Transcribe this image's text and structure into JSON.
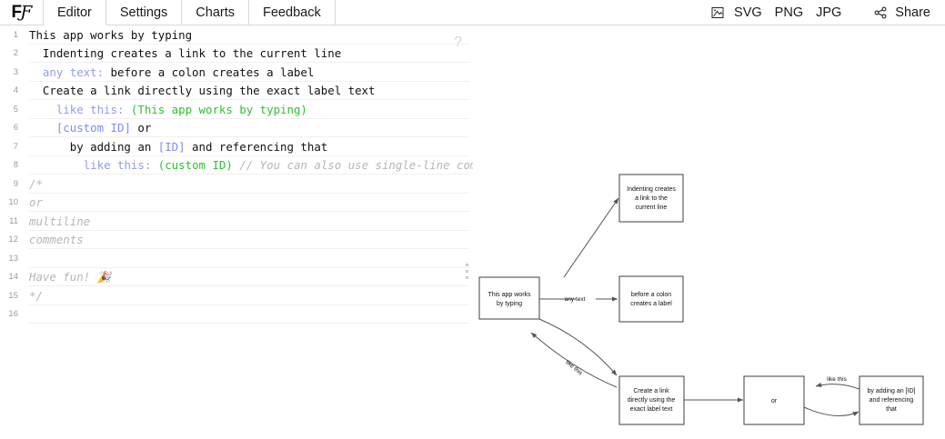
{
  "header": {
    "logo": {
      "bold_letter": "F",
      "script_letter": "Ƒ"
    },
    "tabs": [
      {
        "label": "Editor",
        "active": true
      },
      {
        "label": "Settings",
        "active": false
      },
      {
        "label": "Charts",
        "active": false
      },
      {
        "label": "Feedback",
        "active": false
      }
    ],
    "export": {
      "icon": "image-export-icon",
      "formats": [
        "SVG",
        "PNG",
        "JPG"
      ]
    },
    "share": {
      "icon": "share-icon",
      "label": "Share"
    }
  },
  "editor": {
    "help_glyph": "?",
    "splitter": "drag-handle",
    "lines": [
      {
        "n": "1",
        "tokens": [
          {
            "t": "plain",
            "s": "This app works by typing"
          }
        ]
      },
      {
        "n": "2",
        "tokens": [
          {
            "t": "plain",
            "s": "  Indenting creates a link to the current line"
          }
        ]
      },
      {
        "n": "3",
        "tokens": [
          {
            "t": "plain",
            "s": "  "
          },
          {
            "t": "label",
            "s": "any text:"
          },
          {
            "t": "plain",
            "s": " before a colon creates a label"
          }
        ]
      },
      {
        "n": "4",
        "tokens": [
          {
            "t": "plain",
            "s": "  Create a link directly using the exact label text"
          }
        ]
      },
      {
        "n": "5",
        "tokens": [
          {
            "t": "plain",
            "s": "    "
          },
          {
            "t": "label",
            "s": "like this:"
          },
          {
            "t": "plain",
            "s": " "
          },
          {
            "t": "ref",
            "s": "(This app works by typing)"
          }
        ]
      },
      {
        "n": "6",
        "tokens": [
          {
            "t": "plain",
            "s": "    "
          },
          {
            "t": "id",
            "s": "[custom ID]"
          },
          {
            "t": "plain",
            "s": " or"
          }
        ]
      },
      {
        "n": "7",
        "tokens": [
          {
            "t": "plain",
            "s": "      by adding an "
          },
          {
            "t": "id",
            "s": "[ID]"
          },
          {
            "t": "plain",
            "s": " and referencing that"
          }
        ]
      },
      {
        "n": "8",
        "tokens": [
          {
            "t": "plain",
            "s": "        "
          },
          {
            "t": "label",
            "s": "like this:"
          },
          {
            "t": "plain",
            "s": " "
          },
          {
            "t": "ref",
            "s": "(custom ID)"
          },
          {
            "t": "plain",
            "s": " "
          },
          {
            "t": "com",
            "s": "// You can also use single-line comments"
          }
        ]
      },
      {
        "n": "9",
        "tokens": [
          {
            "t": "com",
            "s": "/*"
          }
        ]
      },
      {
        "n": "10",
        "tokens": [
          {
            "t": "com",
            "s": "or"
          }
        ]
      },
      {
        "n": "11",
        "tokens": [
          {
            "t": "com",
            "s": "multiline"
          }
        ]
      },
      {
        "n": "12",
        "tokens": [
          {
            "t": "com",
            "s": "comments"
          }
        ]
      },
      {
        "n": "13",
        "tokens": [
          {
            "t": "plain",
            "s": ""
          }
        ]
      },
      {
        "n": "14",
        "tokens": [
          {
            "t": "com",
            "s": "Have fun! 🎉"
          }
        ]
      },
      {
        "n": "15",
        "tokens": [
          {
            "t": "com",
            "s": "*/"
          }
        ]
      },
      {
        "n": "16",
        "tokens": [
          {
            "t": "plain",
            "s": ""
          }
        ]
      }
    ]
  },
  "diagram": {
    "nodes": [
      {
        "id": "root",
        "label": "This app works by typing",
        "lines": [
          "This app works",
          "by typing"
        ]
      },
      {
        "id": "indent",
        "label": "Indenting creates a link to the current line",
        "lines": [
          "Indenting creates",
          "a link to the",
          "current line"
        ]
      },
      {
        "id": "colon",
        "label": "before a colon creates a label",
        "lines": [
          "before a colon",
          "creates a label"
        ]
      },
      {
        "id": "create",
        "label": "Create a link directly using the exact label text",
        "lines": [
          "Create a link",
          "directly using the",
          "exact label text"
        ]
      },
      {
        "id": "or",
        "label": "or",
        "lines": [
          "or"
        ]
      },
      {
        "id": "byid",
        "label": "by adding an [ID] and referencing that",
        "lines": [
          "by adding an [ID]",
          "and referencing",
          "that"
        ]
      }
    ],
    "edges": [
      {
        "from": "root",
        "to": "indent",
        "label": ""
      },
      {
        "from": "root",
        "to": "colon",
        "label": "any text"
      },
      {
        "from": "root",
        "to": "create",
        "label": ""
      },
      {
        "from": "create",
        "to": "root",
        "label": "like this"
      },
      {
        "from": "create",
        "to": "or",
        "label": ""
      },
      {
        "from": "byid",
        "to": "or",
        "label": "like this"
      },
      {
        "from": "or",
        "to": "byid",
        "label": ""
      }
    ]
  },
  "colors": {
    "label_token": "#8f9bf0",
    "id_token": "#7c8cf2",
    "ref_token": "#2fc22f",
    "comment_token": "#b6b6b6",
    "node_stroke": "#3d3d3d",
    "edge_stroke": "#555555",
    "border": "#d8d8d8"
  }
}
